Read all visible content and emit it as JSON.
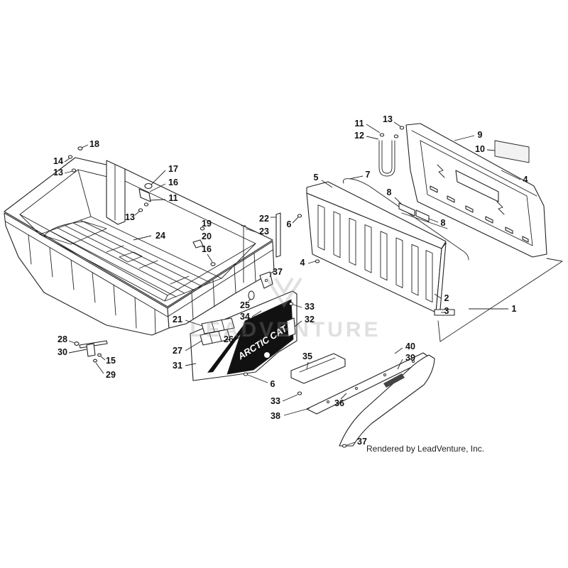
{
  "diagram": {
    "credit": "Rendered by LeadVenture, Inc.",
    "watermark": "LEADVENTURE",
    "decal_text": "ARCTIC CAT"
  },
  "callouts": [
    "18",
    "14",
    "13",
    "17",
    "16",
    "11",
    "13",
    "24",
    "19",
    "20",
    "16",
    "22",
    "23",
    "37",
    "25",
    "34",
    "21",
    "26",
    "27",
    "31",
    "28",
    "30",
    "15",
    "29",
    "33",
    "32",
    "35",
    "6",
    "33",
    "38",
    "36",
    "40",
    "39",
    "37",
    "11",
    "13",
    "12",
    "9",
    "10",
    "4",
    "5",
    "7",
    "8",
    "8",
    "6",
    "4",
    "2",
    "3",
    "1"
  ],
  "colors": {
    "line": "#222222",
    "background": "#ffffff",
    "decal": "#111111"
  }
}
